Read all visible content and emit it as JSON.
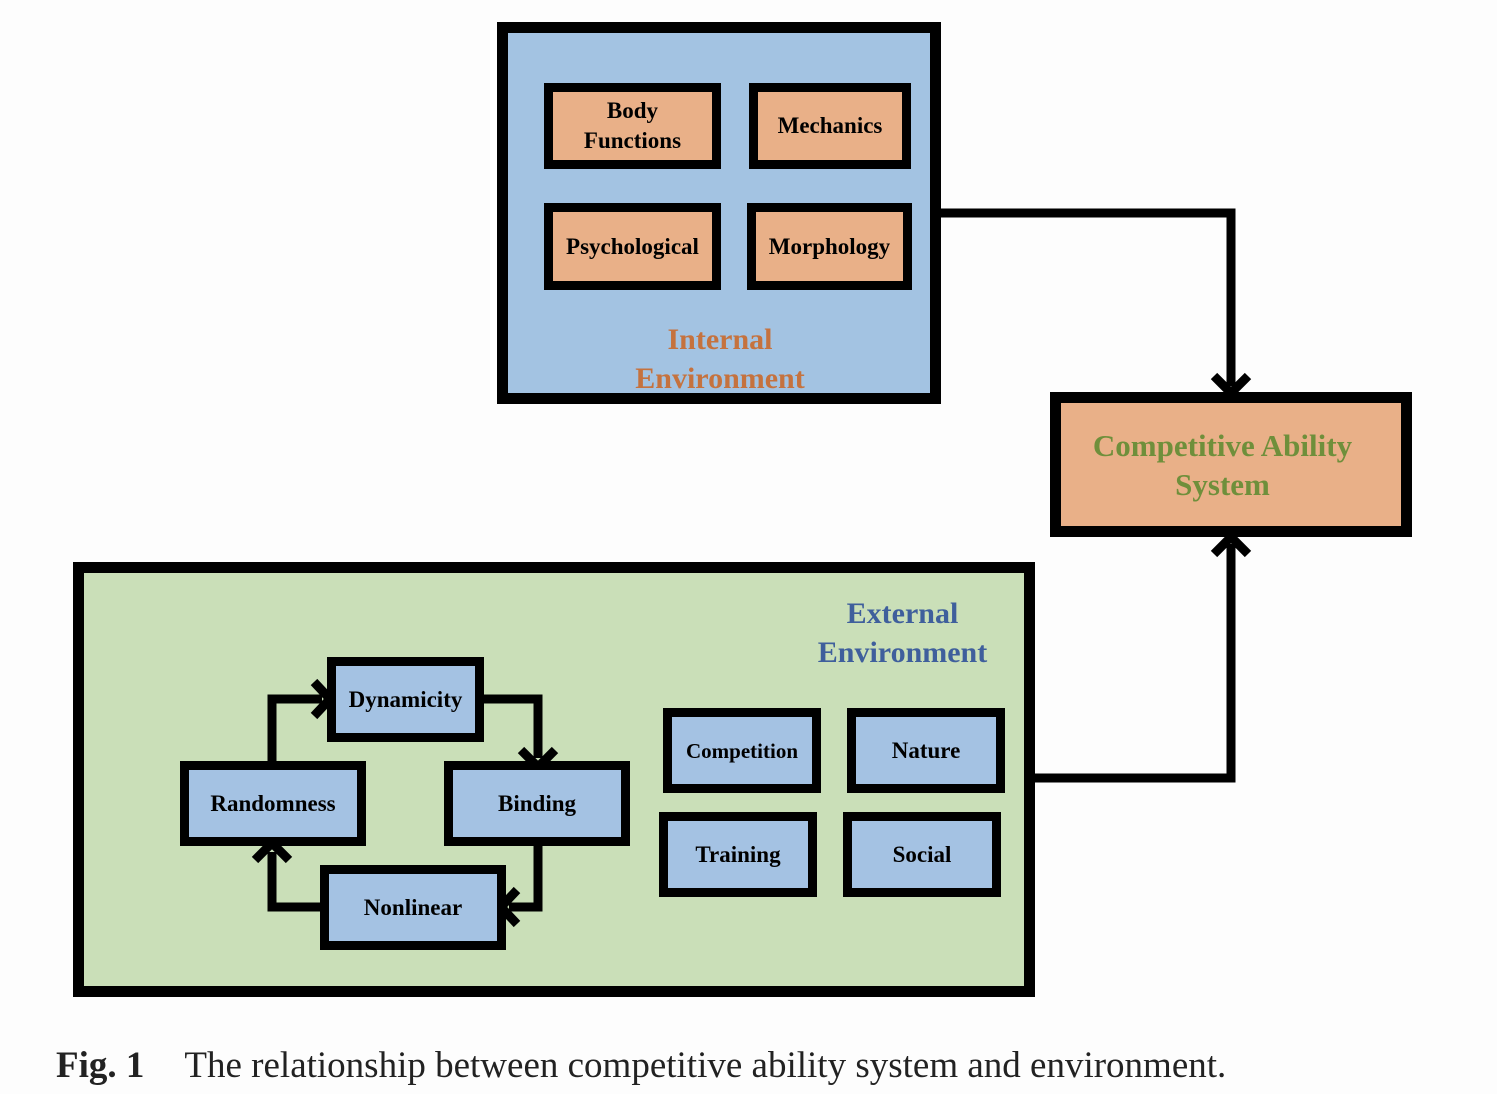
{
  "colors": {
    "internal_fill": "#a3c3e2",
    "external_fill": "#cadfb8",
    "orange_node": "#e9b088",
    "blue_node": "#a4c2e3",
    "internal_label": "#c5723e",
    "external_label": "#3f5f9c",
    "result_label": "#6f8f3b",
    "line": "#000000"
  },
  "internal": {
    "label": "Internal\nEnvironment",
    "nodes": [
      "Body\nFunctions",
      "Mechanics",
      "Psychological",
      "Morphology"
    ]
  },
  "external": {
    "label": "External\nEnvironment",
    "cycle": [
      "Dynamicity",
      "Binding",
      "Nonlinear",
      "Randomness"
    ],
    "factors": [
      "Competition",
      "Nature",
      "Training",
      "Social"
    ]
  },
  "result": {
    "label": "Competitive Ability\nSystem"
  },
  "caption": {
    "label": "Fig. 1",
    "text": "The relationship between competitive ability system and environment."
  }
}
